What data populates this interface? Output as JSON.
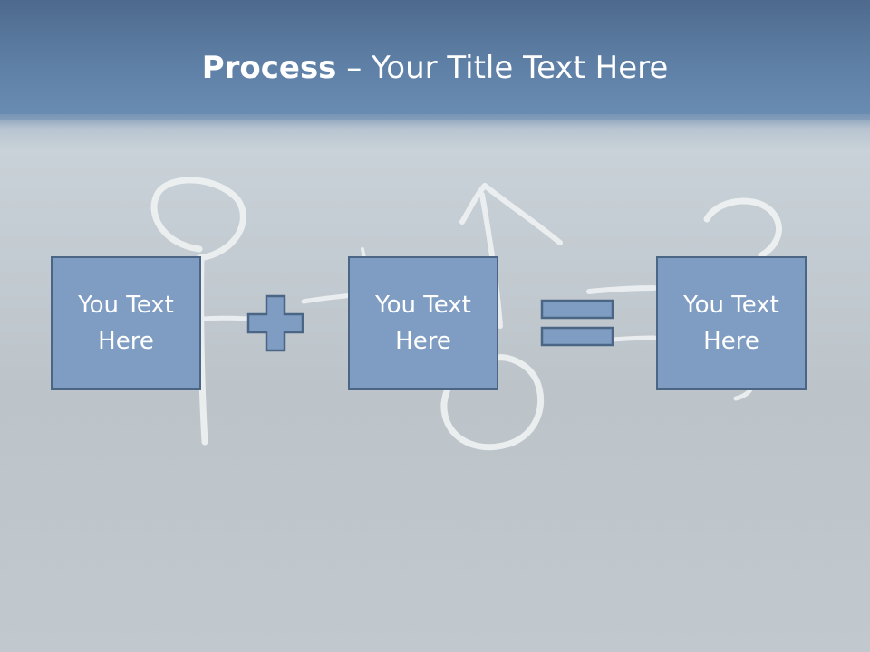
{
  "slide": {
    "title_bold": "Process",
    "title_rest": " – Your Title Text Here"
  },
  "process": {
    "boxes": [
      {
        "text": "You Text Here"
      },
      {
        "text": "You Text Here"
      },
      {
        "text": "You Text Here"
      }
    ],
    "operators": [
      "plus-icon",
      "equals-icon"
    ]
  },
  "colors": {
    "header": "#5f80a6",
    "box_fill": "#7f9dc2",
    "box_border": "#4b6585",
    "background": "#c6cfd5"
  }
}
